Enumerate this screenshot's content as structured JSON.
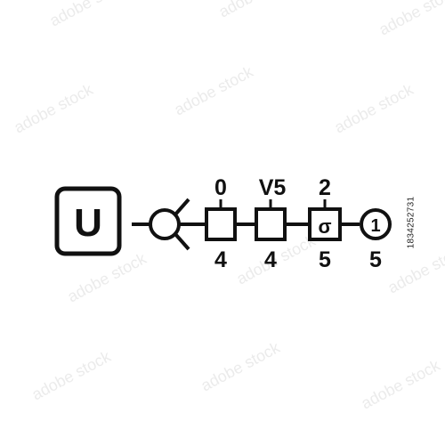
{
  "watermark": {
    "text": "adobe stock"
  },
  "side_id": "1834252731",
  "diagram": {
    "start_symbol": "U",
    "nodes": [
      {
        "type": "branch",
        "top": "",
        "bottom": "",
        "inner": ""
      },
      {
        "type": "square",
        "top": "0",
        "bottom": "4",
        "inner": ""
      },
      {
        "type": "square",
        "top": "V5",
        "bottom": "4",
        "inner": ""
      },
      {
        "type": "square-shuttle",
        "top": "2",
        "bottom": "5",
        "inner": "σ"
      },
      {
        "type": "circle-numbered",
        "top": "",
        "bottom": "5",
        "inner": "1"
      }
    ]
  },
  "colors": {
    "ink": "#111111",
    "background": "#ffffff"
  }
}
